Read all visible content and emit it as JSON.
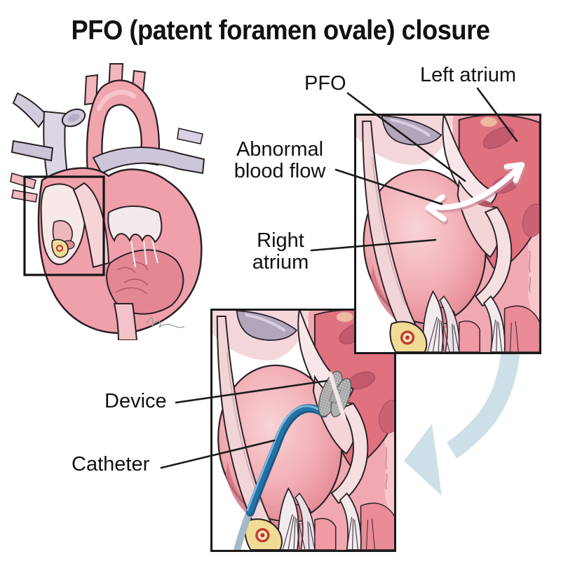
{
  "title": "PFO (patent foramen ovale) closure",
  "labels": {
    "pfo": "PFO",
    "left_atrium": "Left atrium",
    "abnormal_blood_flow_line1": "Abnormal",
    "abnormal_blood_flow_line2": "blood flow",
    "right_atrium_line1": "Right",
    "right_atrium_line2": "atrium",
    "device": "Device",
    "catheter": "Catheter"
  },
  "colors": {
    "background": "#ffffff",
    "text": "#111111",
    "leader_line": "#1b1b1b",
    "panel_border": "#1a1a1a",
    "heart_pink": "#f0a4ae",
    "chamber_highlight": "#f7c6ca",
    "left_atrium_rose": "#e0717f",
    "vein_ostium_rose": "#c25a6c",
    "vessel_lavender": "#cdc5d8",
    "septum_pale": "#f8e7e8",
    "fat_yellow": "#f0dc94",
    "coronary_red": "#c5382f",
    "catheter_blue": "#2472a8",
    "device_gray": "#b9b9b9",
    "flow_arrow": "#ffffff",
    "step_arrow_blue": "#cde0e7"
  }
}
